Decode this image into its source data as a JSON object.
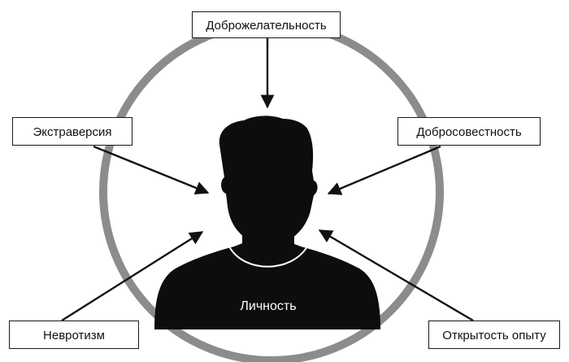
{
  "colors": {
    "ring": "#8c8c8c",
    "silhouette": "#0d0d0d",
    "arrow": "#111111",
    "collar": "#ffffff"
  },
  "center_label": "Личность",
  "traits": {
    "agreeableness": "Доброжелательность",
    "extraversion": "Экстраверсия",
    "conscientiousness": "Добросовестность",
    "neuroticism": "Невротизм",
    "openness": "Открытость опыту"
  }
}
